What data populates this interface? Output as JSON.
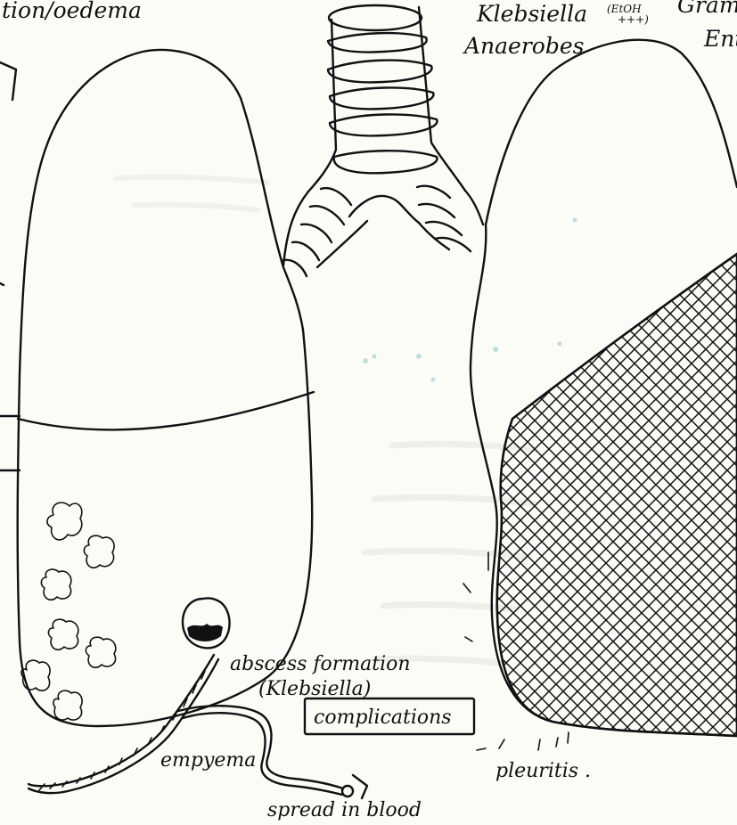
{
  "labels": {
    "top_left": "tion/oedema",
    "klebsiella_top": "Klebsiella",
    "etoh": "(EtOH",
    "plus": "+++)",
    "anaerobes": "Anaerobes",
    "gram_fragment": "Gram",
    "ent_fragment": "Ent",
    "abscess": "abscess formation",
    "klebsiella_paren": "(Klebsiella)",
    "complications": "complications",
    "empyema": "empyema",
    "spread": "spread in blood",
    "pleuritis": "pleuritis ."
  },
  "colors": {
    "ink": "#111111",
    "paper": "#fbfbf8",
    "ghost_text": "#e4e4e0",
    "teal_speck": "#8fc9c0"
  }
}
